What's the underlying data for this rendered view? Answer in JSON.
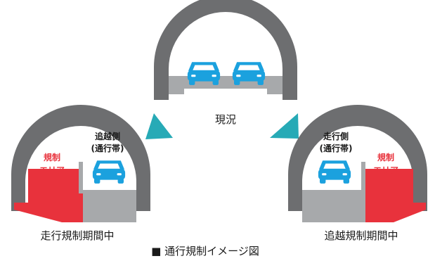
{
  "center": {
    "label": "現況"
  },
  "left": {
    "caption": "走行規制期間中",
    "lane_label_line1": "追越側",
    "lane_label_line2": "(通行帯)",
    "restriction_line1": "規制",
    "restriction_line2": "エリア"
  },
  "right": {
    "caption": "追越規制期間中",
    "lane_label_line1": "走行側",
    "lane_label_line2": "(通行帯)",
    "restriction_line1": "規制",
    "restriction_line2": "エリア"
  },
  "figure_title": "■ 通行規制イメージ図",
  "colors": {
    "tunnel_ring": "#6d6e70",
    "road": "#a7a9ab",
    "car": "#1ba1de",
    "arrow": "#27aab6",
    "restriction": "#e8323c",
    "text_red": "#e8323c"
  },
  "icons": [
    "car-icon",
    "arrow-icon"
  ]
}
